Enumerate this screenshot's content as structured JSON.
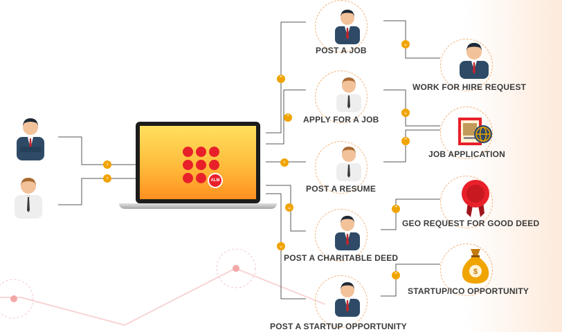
{
  "laptop": {
    "logo_badge": "ALM"
  },
  "nodes": {
    "post_job": "POST A JOB",
    "apply_job": "APPLY FOR A JOB",
    "post_resume": "POST A RESUME",
    "post_charitable": "POST A CHARITABLE DEED",
    "post_startup": "POST A STARTUP OPPORTUNITY",
    "work_for_hire": "WORK FOR HIRE REQUEST",
    "job_application": "JOB APPLICATION",
    "geo_request": "GEO REQUEST FOR GOOD DEED",
    "startup_ico": "STARTUP/ICO OPPORTUNITY"
  },
  "icons": {
    "chevron_right": "›",
    "chevron_down": "⌄",
    "chevron_up": "⌃"
  },
  "colors": {
    "accent": "#f0a400",
    "logo_red": "#e8202a",
    "line": "#555555",
    "dashed_ring": "#f2b27a",
    "suit": "#2e4a66",
    "tie": "#c0262d"
  }
}
